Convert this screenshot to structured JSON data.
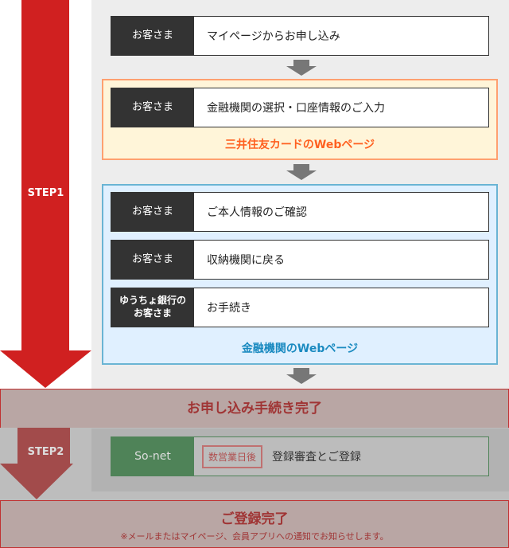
{
  "step1": {
    "label": "STEP1",
    "rows": [
      {
        "who": "お客さま",
        "what": "マイページからお申し込み"
      },
      {
        "who": "お客さま",
        "what": "金融機関の選択・口座情報のご入力"
      },
      {
        "who": "お客さま",
        "what": "ご本人情報のご確認"
      },
      {
        "who": "お客さま",
        "what": "収納機関に戻る"
      },
      {
        "who": "ゆうちょ銀行の\nお客さま",
        "what": "お手続き"
      }
    ],
    "smbc_label": "三井住友カードのWebページ",
    "bank_label": "金融機関のWebページ"
  },
  "complete1": "お申し込み手続き完了",
  "step2": {
    "label": "STEP2",
    "who": "So-net",
    "badge": "数営業日後",
    "what": "登録審査とご登録"
  },
  "complete2": {
    "title": "ご登録完了",
    "note": "※メールまたはマイページ、会員アプリへの通知でお知らせします。"
  }
}
